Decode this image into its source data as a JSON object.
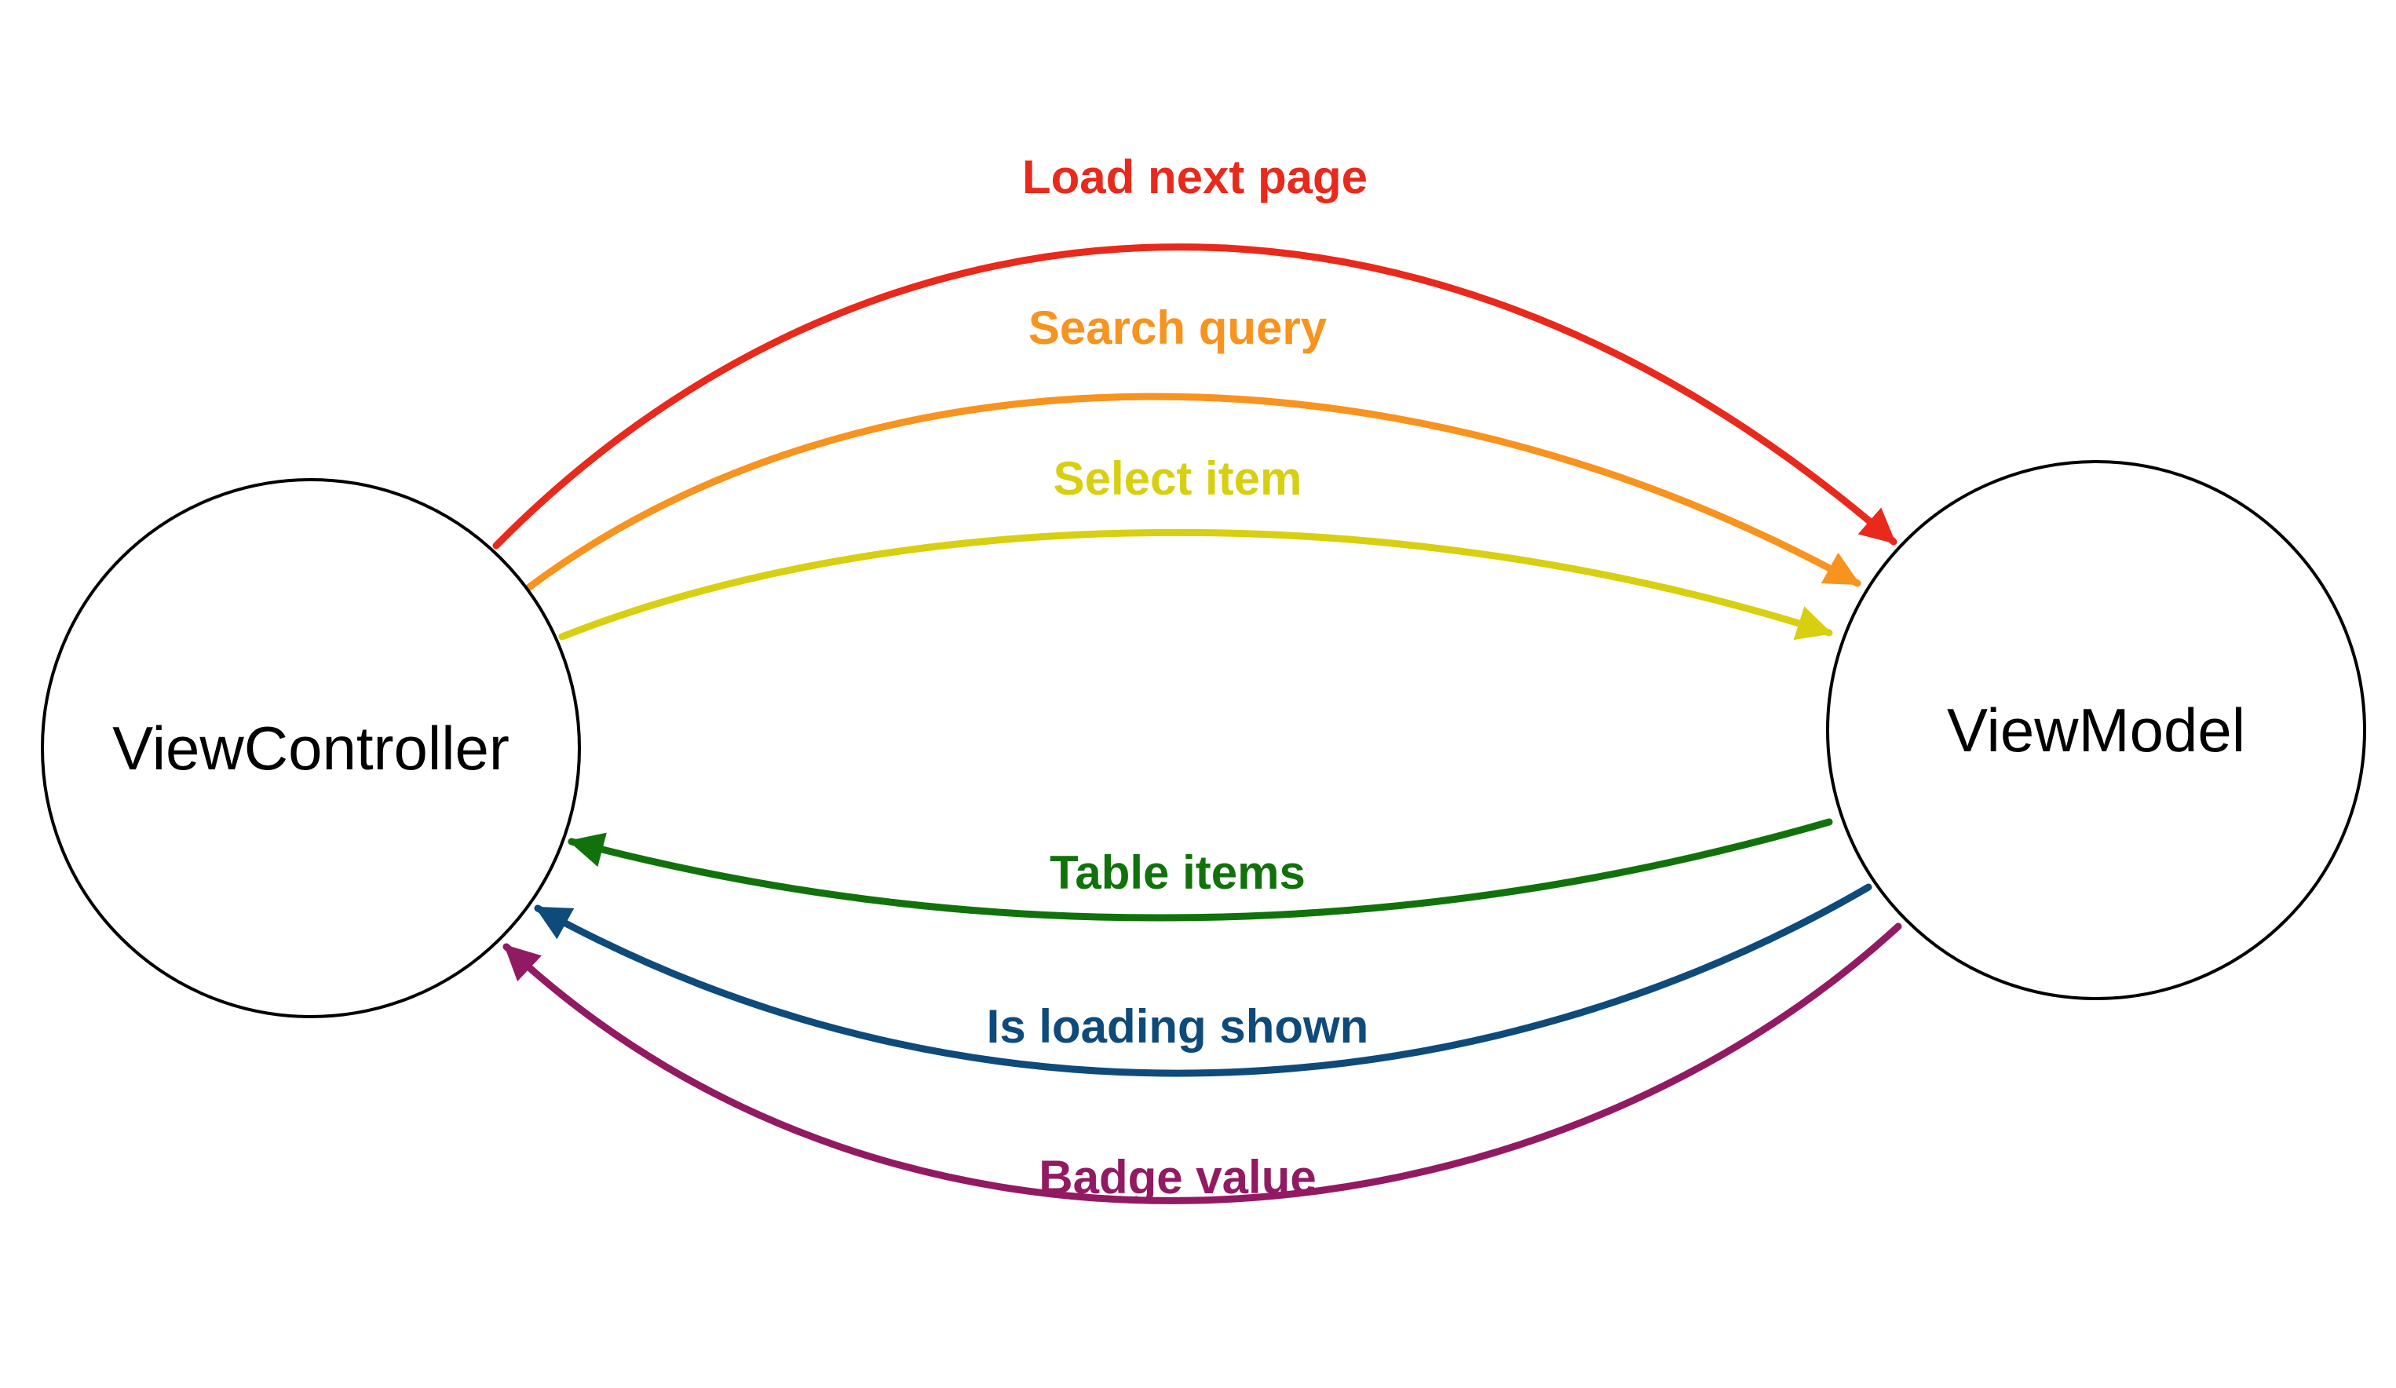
{
  "nodes": {
    "view_controller": {
      "label": "ViewController"
    },
    "view_model": {
      "label": "ViewModel"
    }
  },
  "edges": [
    {
      "id": "load-next-page",
      "label": "Load next page",
      "color": "#e8291c",
      "from": "view_controller",
      "to": "view_model"
    },
    {
      "id": "search-query",
      "label": "Search query",
      "color": "#f7931e",
      "from": "view_controller",
      "to": "view_model"
    },
    {
      "id": "select-item",
      "label": "Select item",
      "color": "#d7cf10",
      "from": "view_controller",
      "to": "view_model"
    },
    {
      "id": "table-items",
      "label": "Table items",
      "color": "#11720c",
      "from": "view_model",
      "to": "view_controller"
    },
    {
      "id": "is-loading-shown",
      "label": "Is loading shown",
      "color": "#0e4a7a",
      "from": "view_model",
      "to": "view_controller"
    },
    {
      "id": "badge-value",
      "label": "Badge value",
      "color": "#921a62",
      "from": "view_model",
      "to": "view_controller"
    }
  ]
}
